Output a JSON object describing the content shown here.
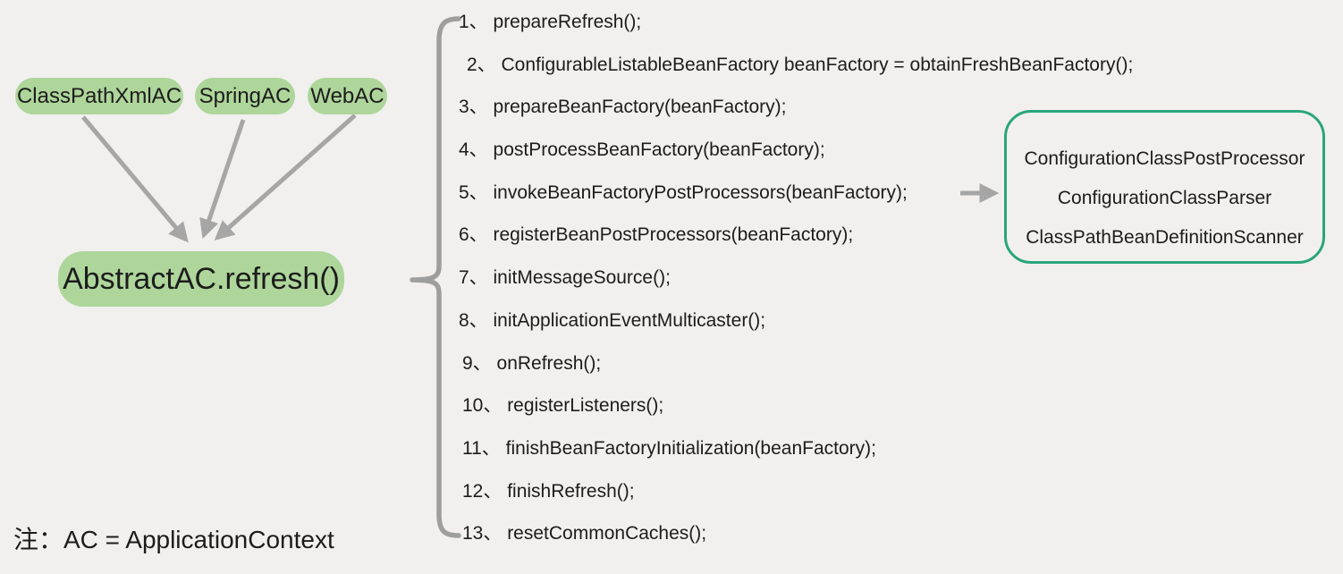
{
  "colors": {
    "background": "#f1f0ee",
    "node_green": "#aed69b",
    "arrow_gray": "#a6a6a6",
    "brace_gray": "#9e9e9e",
    "detail_border_teal": "#2aa57c",
    "text_dark": "#1c1c1c"
  },
  "subclass_nodes": [
    {
      "label": "ClassPathXmlAC"
    },
    {
      "label": "SpringAC"
    },
    {
      "label": "WebAC"
    }
  ],
  "main_node": {
    "label": "AbstractAC.refresh()"
  },
  "steps": [
    {
      "label": "1、 prepareRefresh();"
    },
    {
      "label": "2、 ConfigurableListableBeanFactory beanFactory = obtainFreshBeanFactory();"
    },
    {
      "label": "3、 prepareBeanFactory(beanFactory);"
    },
    {
      "label": "4、 postProcessBeanFactory(beanFactory);"
    },
    {
      "label": "5、 invokeBeanFactoryPostProcessors(beanFactory);"
    },
    {
      "label": "6、 registerBeanPostProcessors(beanFactory);"
    },
    {
      "label": "7、 initMessageSource();"
    },
    {
      "label": "8、 initApplicationEventMulticaster();"
    },
    {
      "label": "9、 onRefresh();"
    },
    {
      "label": "10、 registerListeners();"
    },
    {
      "label": "11、 finishBeanFactoryInitialization(beanFactory);"
    },
    {
      "label": "12、 finishRefresh();"
    },
    {
      "label": "13、 resetCommonCaches();"
    }
  ],
  "detail_box": {
    "lines": [
      {
        "label": "ConfigurationClassPostProcessor"
      },
      {
        "label": "ConfigurationClassParser"
      },
      {
        "label": "ClassPathBeanDefinitionScanner"
      }
    ]
  },
  "note": {
    "text": "注：AC = ApplicationContext"
  }
}
